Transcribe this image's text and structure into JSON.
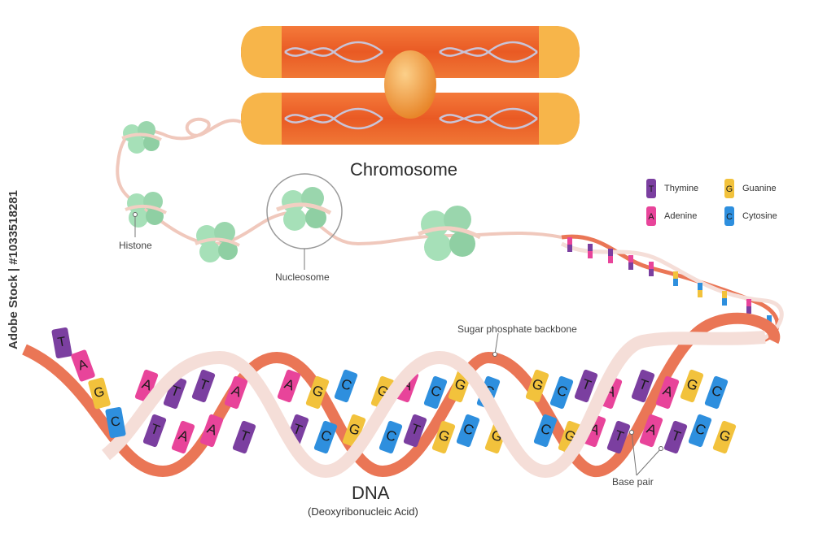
{
  "labels": {
    "chromosome": "Chromosome",
    "histone": "Histone",
    "nucleosome": "Nucleosome",
    "sugar_phosphate": "Sugar phosphate backbone",
    "base_pair": "Base pair",
    "dna": "DNA",
    "dna_full": "(Deoxyribonucleic Acid)"
  },
  "legend": [
    {
      "letter": "T",
      "name": "Thymine",
      "color": "#7b3fa0"
    },
    {
      "letter": "G",
      "name": "Guanine",
      "color": "#f2c23c"
    },
    {
      "letter": "A",
      "name": "Adenine",
      "color": "#e8449a"
    },
    {
      "letter": "C",
      "name": "Cytosine",
      "color": "#2e8fde"
    }
  ],
  "watermark": "Adobe Stock | #1033518281",
  "colors": {
    "chromosome_body": "#f06a2c",
    "chromosome_tip": "#f7b54a",
    "centromere": "#f3a03a",
    "histone": "#a6e0b8",
    "backbone_front": "#f5ded8",
    "backbone_back": "#ea7656"
  },
  "left_bases": [
    "T",
    "A",
    "G",
    "C"
  ],
  "base_pairs": [
    [
      "A",
      "T"
    ],
    [
      "T",
      "A"
    ],
    [
      "T",
      "A"
    ],
    [
      "A",
      "T"
    ],
    [
      "A",
      "T"
    ],
    [
      "G",
      "C"
    ],
    [
      "C",
      "G"
    ],
    [
      "G",
      "C"
    ],
    [
      "A",
      "T"
    ],
    [
      "C",
      "G"
    ],
    [
      "G",
      "C"
    ],
    [
      "C",
      "G"
    ],
    [
      "G",
      "C"
    ],
    [
      "C",
      "G"
    ],
    [
      "T",
      "A"
    ],
    [
      "A",
      "T"
    ],
    [
      "T",
      "A"
    ],
    [
      "A",
      "T"
    ],
    [
      "G",
      "C"
    ],
    [
      "C",
      "G"
    ]
  ]
}
